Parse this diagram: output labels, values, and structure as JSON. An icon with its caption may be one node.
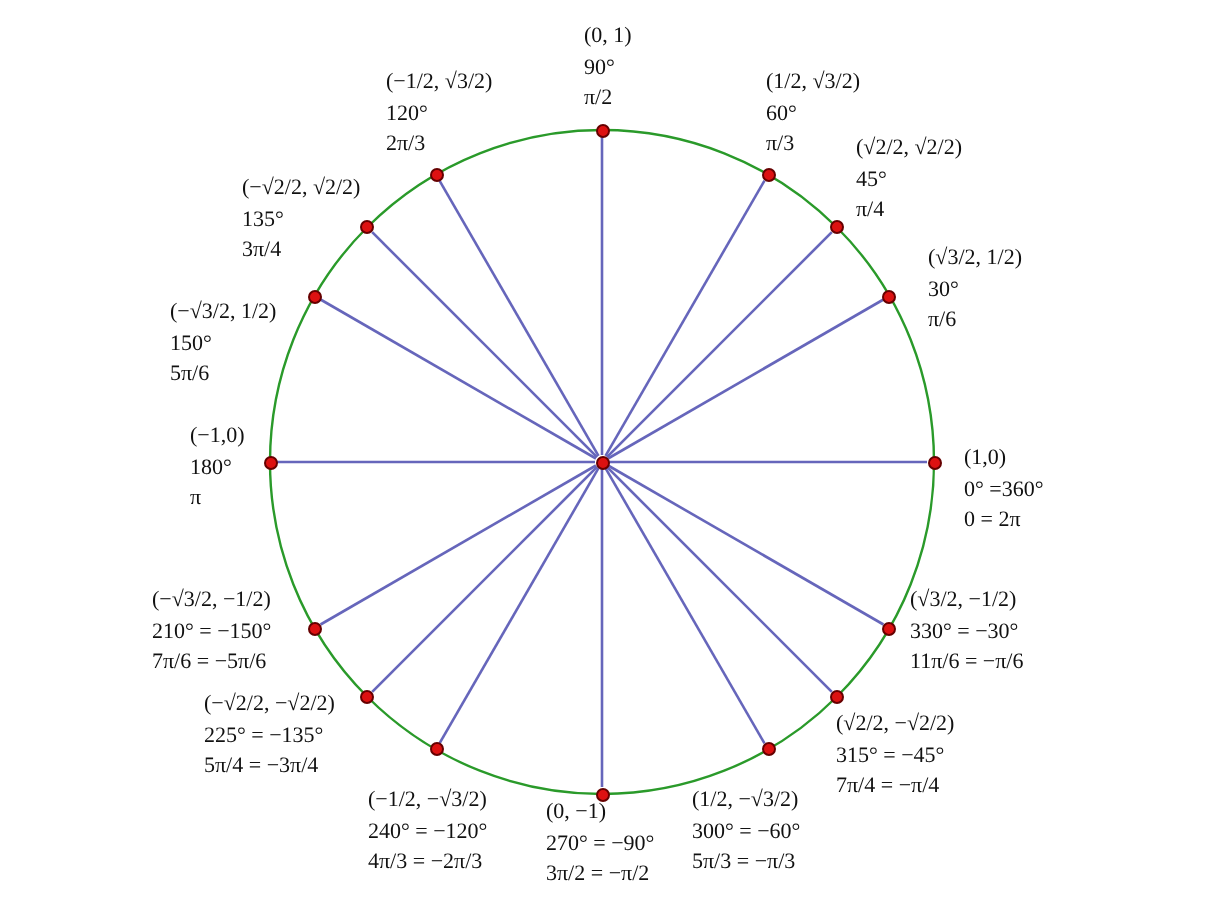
{
  "diagram": {
    "nodes": [
      {
        "text": [],
        "shape": "circle"
      },
      {
        "text": [],
        "shape": "circle",
        "beside": [
          "(1,0)",
          "0° =360°",
          "0 = 2π"
        ]
      },
      {
        "text": [],
        "shape": "circle",
        "beside": [
          "(√3/2, 1/2)",
          "30°",
          "π/6"
        ]
      },
      {
        "text": [],
        "shape": "circle",
        "beside": [
          "(√2/2, √2/2)",
          "45°",
          "π/4"
        ]
      },
      {
        "text": [],
        "shape": "circle",
        "beside": [
          "(1/2, √3/2)",
          "60°",
          "π/3"
        ]
      },
      {
        "text": [],
        "shape": "circle",
        "beside": [
          "(0, 1)",
          "90°",
          "π/2"
        ]
      },
      {
        "text": [],
        "shape": "circle",
        "beside": [
          "(−1/2, √3/2)",
          "120°",
          "2π/3"
        ]
      },
      {
        "text": [],
        "shape": "circle",
        "beside": [
          "(−√2/2, √2/2)",
          "135°",
          "3π/4"
        ]
      },
      {
        "text": [],
        "shape": "circle",
        "beside": [
          "(−√3/2, 1/2)",
          "150°",
          "5π/6"
        ]
      },
      {
        "text": [],
        "shape": "circle",
        "beside": [
          "(−1,0)",
          "180°",
          "π"
        ]
      },
      {
        "text": [],
        "shape": "circle",
        "beside": [
          "(−√3/2, −1/2)",
          "210° = −150°",
          "7π/6 = −5π/6"
        ]
      },
      {
        "text": [],
        "shape": "circle",
        "beside": [
          "(−√2/2, −√2/2)",
          "225° = −135°",
          "5π/4 = −3π/4"
        ]
      },
      {
        "text": [],
        "shape": "circle",
        "beside": [
          "(−1/2, −√3/2)",
          "240° = −120°",
          "4π/3 = −2π/3"
        ]
      },
      {
        "text": [],
        "shape": "circle",
        "beside": [
          "(0, −1)",
          "270° = −90°",
          "3π/2 = −π/2"
        ]
      },
      {
        "text": [],
        "shape": "circle",
        "beside": [
          "(1/2, −√3/2)",
          "300° = −60°",
          "5π/3 = −π/3"
        ]
      },
      {
        "text": [],
        "shape": "circle",
        "beside": [
          "(√2/2, −√2/2)",
          "315° = −45°",
          "7π/4 = −π/4"
        ]
      },
      {
        "text": [],
        "shape": "circle",
        "beside": [
          "(√3/2, −1/2)",
          "330° = −30°",
          "11π/6 = −π/6"
        ]
      }
    ],
    "edges": [
      {
        "from": 0,
        "to": 1,
        "arrow": "none"
      },
      {
        "from": 0,
        "to": 2,
        "arrow": "none"
      },
      {
        "from": 0,
        "to": 3,
        "arrow": "none"
      },
      {
        "from": 0,
        "to": 4,
        "arrow": "none"
      },
      {
        "from": 0,
        "to": 5,
        "arrow": "none"
      },
      {
        "from": 0,
        "to": 6,
        "arrow": "none"
      },
      {
        "from": 0,
        "to": 7,
        "arrow": "none"
      },
      {
        "from": 0,
        "to": 8,
        "arrow": "none"
      },
      {
        "from": 0,
        "to": 9,
        "arrow": "none"
      },
      {
        "from": 0,
        "to": 10,
        "arrow": "none"
      },
      {
        "from": 0,
        "to": 11,
        "arrow": "none"
      },
      {
        "from": 0,
        "to": 12,
        "arrow": "none"
      },
      {
        "from": 0,
        "to": 13,
        "arrow": "none"
      },
      {
        "from": 0,
        "to": 14,
        "arrow": "none"
      },
      {
        "from": 0,
        "to": 15,
        "arrow": "none"
      },
      {
        "from": 0,
        "to": 16,
        "arrow": "none"
      }
    ]
  }
}
